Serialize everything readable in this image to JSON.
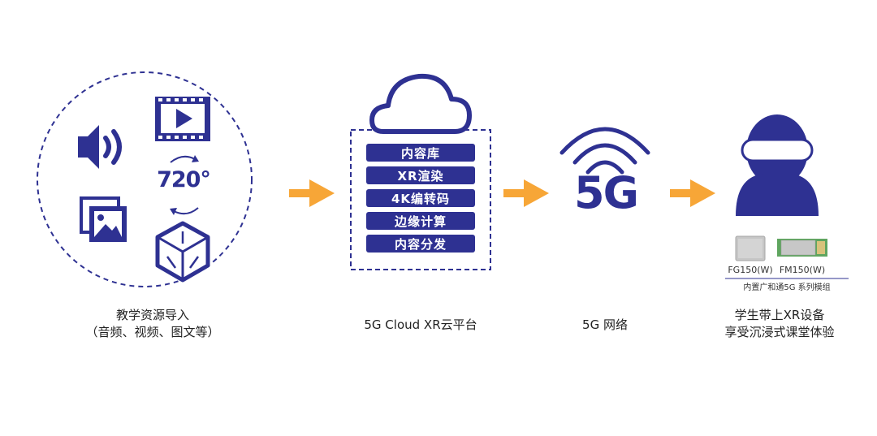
{
  "stage1": {
    "label_720": "720°",
    "caption_line1": "教学资源导入",
    "caption_line2": "（音频、视频、图文等）"
  },
  "stage2": {
    "items": [
      "内容库",
      "XR渲染",
      "4K编转码",
      "边缘计算",
      "内容分发"
    ],
    "caption": "5G Cloud XR云平台"
  },
  "stage3": {
    "symbol": "5G",
    "caption": "5G 网络"
  },
  "stage4": {
    "module1": "FG150(W)",
    "module2": "FM150(W)",
    "series_label": "内置广和通5G 系列模组",
    "caption_line1": "学生带上XR设备",
    "caption_line2": "享受沉浸式课堂体验"
  },
  "colors": {
    "navy": "#2e3192",
    "arrow": "#f7a637",
    "divider": "#2e3192"
  }
}
